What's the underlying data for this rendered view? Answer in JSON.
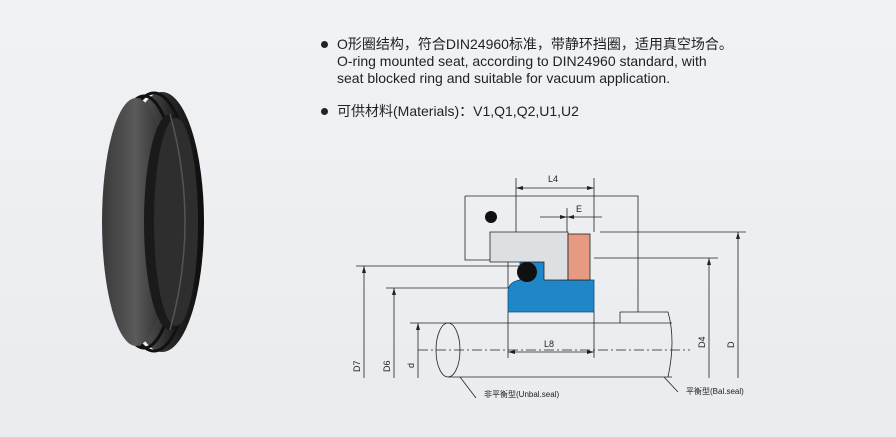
{
  "features": {
    "line_zh": "O形圈结构，符合DIN24960标准，带静环挡圈，适用真空场合。",
    "line_en_1": "O-ring mounted seat, according to DIN24960 standard, with",
    "line_en_2": "seat blocked ring and suitable for vacuum application."
  },
  "materials": {
    "text": "可供材料(Materials)：V1,Q1,Q2,U1,U2"
  },
  "drawing": {
    "dimensions": {
      "L4": "L4",
      "E": "E",
      "L8": "L8",
      "D7": "D7",
      "D6": "D6",
      "d": "d",
      "D4": "D4",
      "D": "D"
    },
    "notes": {
      "unbalanced": "非平衡型(Unbal.seal)",
      "balanced": "平衡型(Bal.seal)"
    },
    "colors": {
      "seat": "#1f86c8",
      "blocked_ring": "#e69a82",
      "oring": "#111111"
    }
  }
}
